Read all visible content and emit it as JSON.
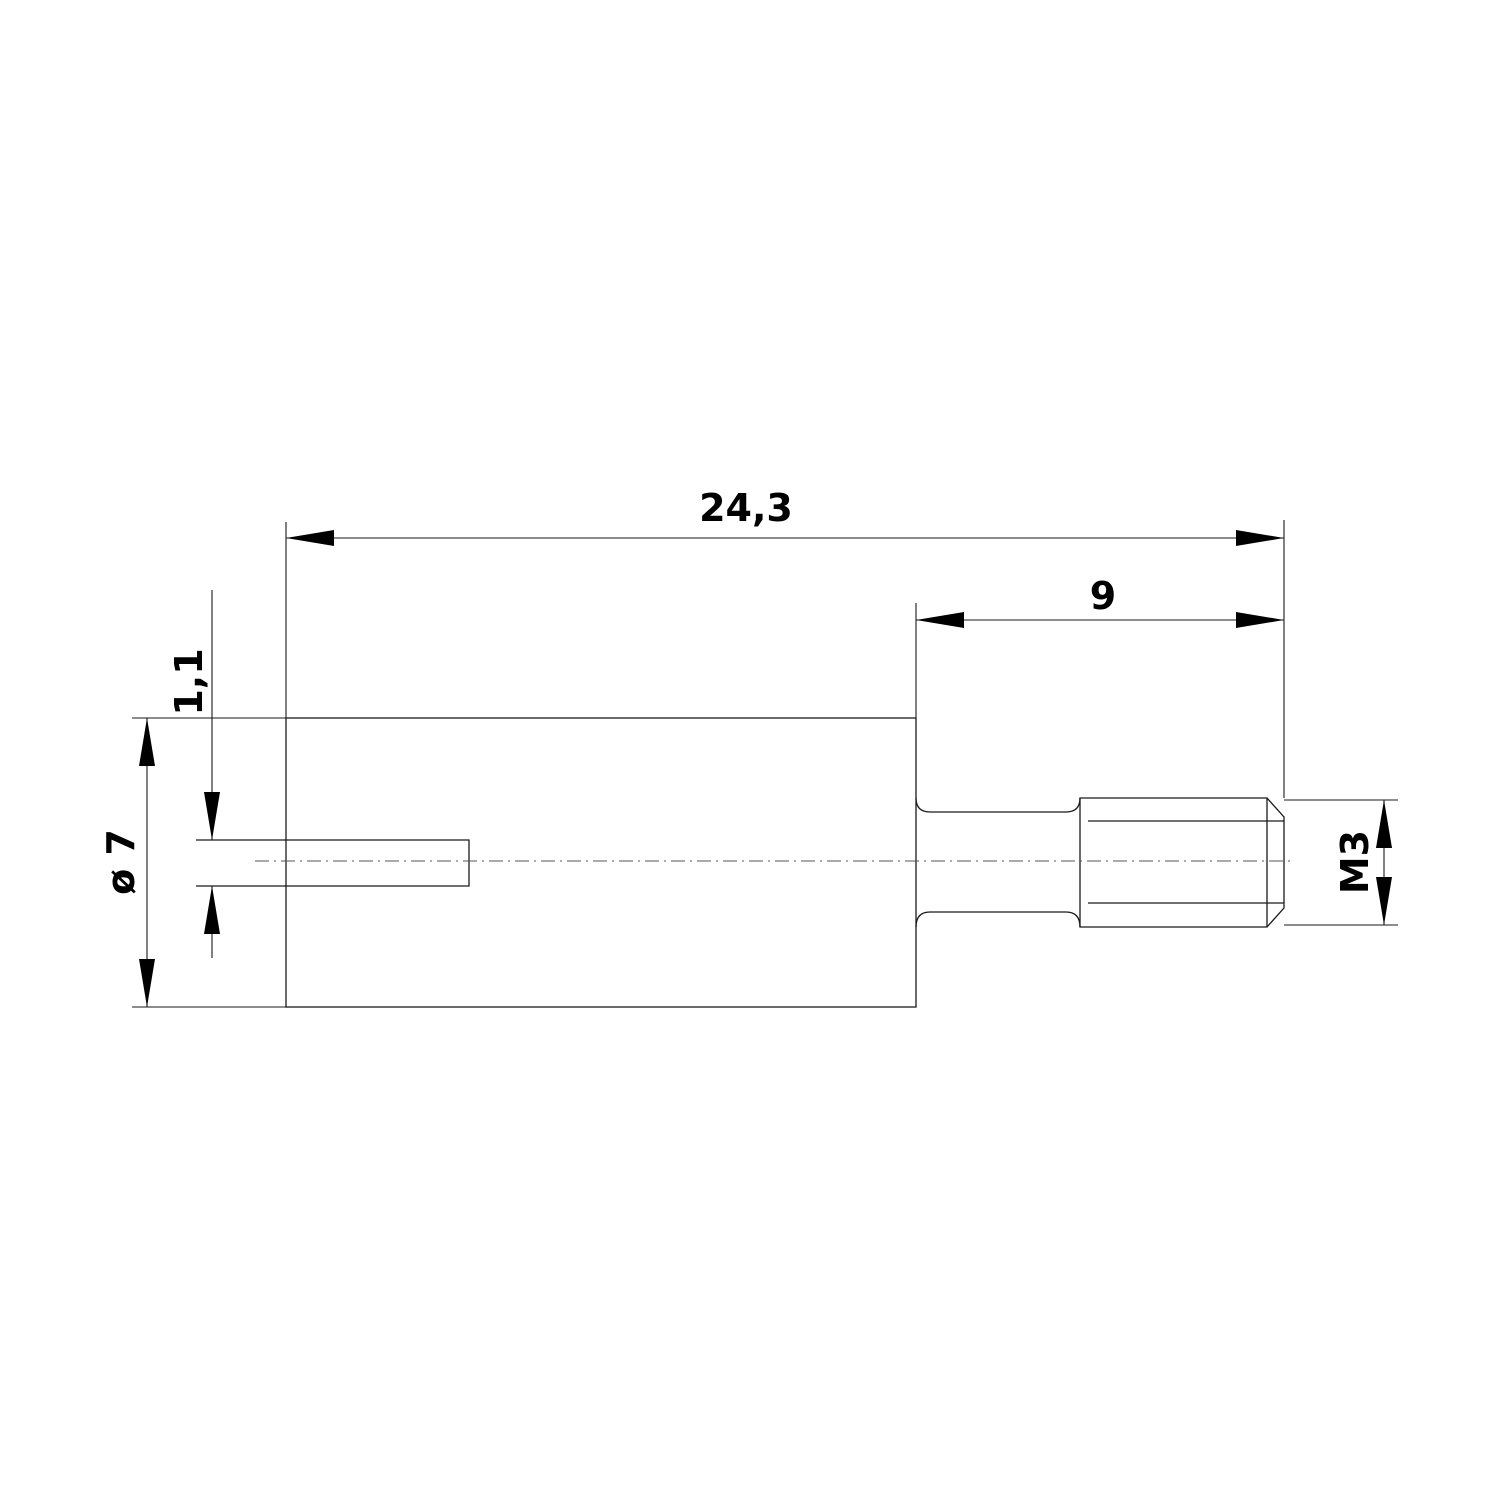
{
  "dimensions": {
    "overall_length": "24,3",
    "thread_length": "9",
    "pin_diameter": "1,1",
    "body_diameter": "ø 7",
    "thread_size": "M3"
  },
  "colors": {
    "line": "#1a1a1a",
    "arrow": "#000000",
    "background": "#ffffff"
  }
}
